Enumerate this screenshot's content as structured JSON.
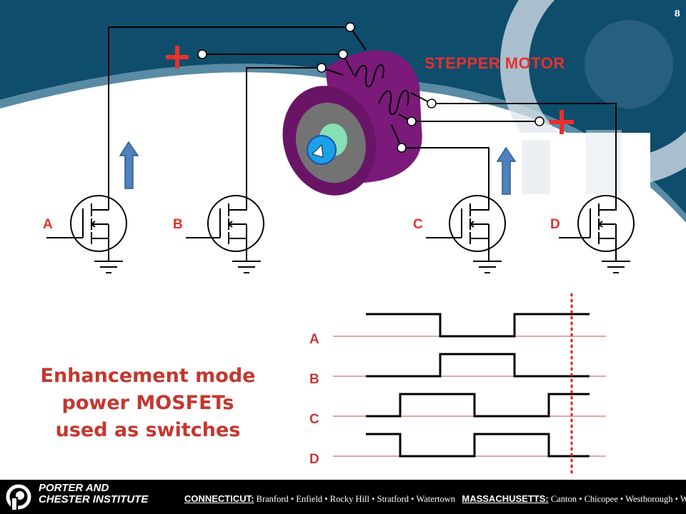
{
  "slide": {
    "page_number": "8"
  },
  "diagram": {
    "title": "STEPPER MOTOR",
    "plus_sign": "+",
    "mosfets": [
      {
        "label": "A"
      },
      {
        "label": "B"
      },
      {
        "label": "C"
      },
      {
        "label": "D"
      }
    ]
  },
  "timing": {
    "labels": [
      "A",
      "B",
      "C",
      "D"
    ],
    "phases": [
      [
        1,
        0,
        1
      ],
      [
        0,
        1,
        0
      ],
      [
        0,
        1,
        0,
        1
      ],
      [
        1,
        0,
        1,
        0
      ]
    ]
  },
  "caption": {
    "line1": "Enhancement mode",
    "line2": "power MOSFETs",
    "line3": "used as switches"
  },
  "footer": {
    "logo_line1": "PORTER AND",
    "logo_line2": "CHESTER INSTITUTE",
    "ct_heading": "CONNECTICUT:",
    "ct_towns": "Branford • Enfield • Rocky Hill • Stratford • Watertown",
    "ma_heading": "MASSACHUSETTS:",
    "ma_towns": "Canton • Chicopee • Westborough • Woburn"
  },
  "colors": {
    "banner": "#0f4d6c",
    "accent_red": "#e8302c",
    "motor_purple": "#7b1a7a",
    "arrow_blue": "#4f81bd"
  }
}
